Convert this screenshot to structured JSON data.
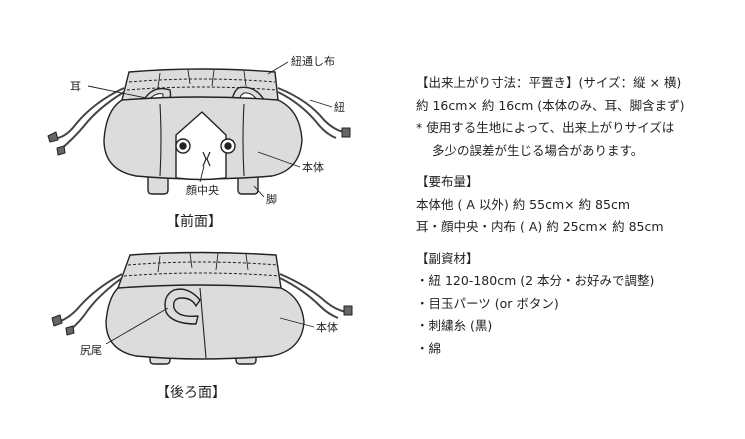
{
  "front": {
    "caption": "【前面】",
    "labels": {
      "channel": "紐通し布",
      "ear": "耳",
      "cord": "紐",
      "body": "本体",
      "face_center": "顔中央",
      "leg": "脚"
    }
  },
  "back": {
    "caption": "【後ろ面】",
    "labels": {
      "body": "本体",
      "tail": "尻尾"
    }
  },
  "info": {
    "size_heading": "【出来上がり寸法：平置き】(サイズ：縦 × 横)",
    "size_value": "約 16cm× 約 16cm (本体のみ、耳、脚含まず)",
    "note_line1": "* 使用する生地によって、出来上がりサイズは",
    "note_line2": "多少の誤差が生じる場合があります。",
    "fabric_heading": "【要布量】",
    "fabric_line1": "本体他 ( A 以外) 約 55cm× 約 85cm",
    "fabric_line2": "耳・顔中央・内布 ( A) 約 25cm× 約 85cm",
    "materials_heading": "【副資材】",
    "materials": [
      "・紐 120-180cm (2 本分・お好みで調整)",
      "・目玉パーツ (or ボタン)",
      "・刺繍糸 (黒)",
      "・綿"
    ]
  },
  "colors": {
    "fill": "#dcdcdc",
    "outline": "#222222",
    "face": "#ffffff"
  }
}
